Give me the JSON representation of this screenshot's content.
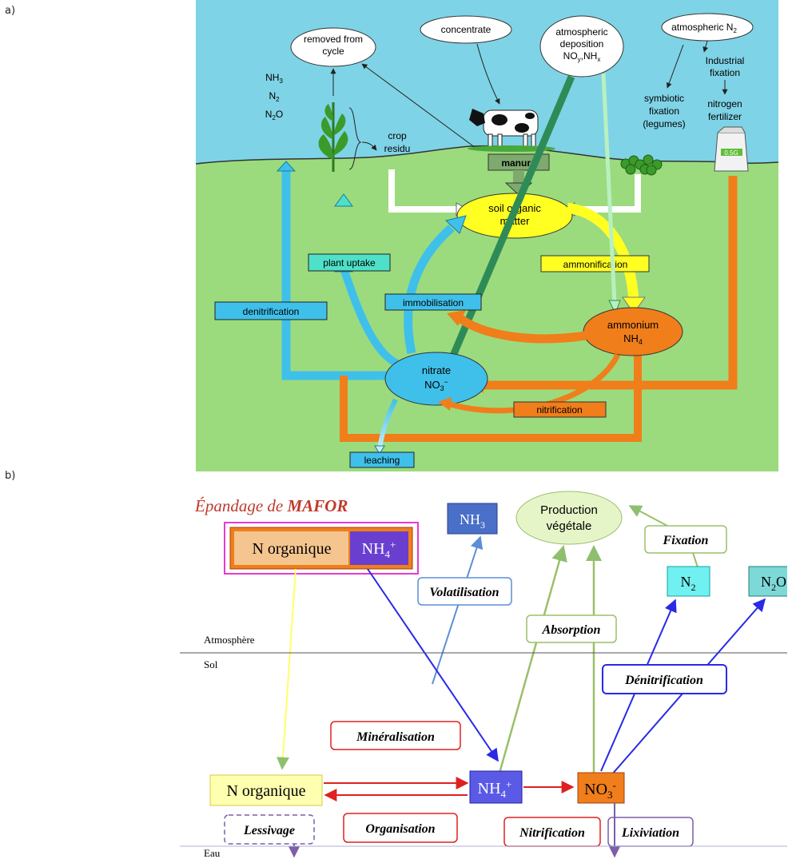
{
  "panel_a": {
    "label": "a)",
    "removed": [
      "removed from",
      "cycle"
    ],
    "concentrate": "concentrate",
    "atm_dep": [
      "atmospheric",
      "deposition",
      "NO",
      "y",
      ",NH",
      "x"
    ],
    "atm_n2": [
      "atmospheric N",
      "2"
    ],
    "industrial": [
      "Industrial",
      "fixation"
    ],
    "nfert": [
      "nitrogen",
      "fertilizer"
    ],
    "symbiotic": [
      "symbiotic",
      "fixation",
      "(legumes)"
    ],
    "gases": [
      "NH",
      "3",
      "N",
      "2",
      "N",
      "2",
      "O"
    ],
    "crop": [
      "crop",
      "residu"
    ],
    "manure": "manure",
    "som": [
      "soil organic",
      "matter"
    ],
    "ammonification": "ammonification",
    "plant_uptake": "plant uptake",
    "immobilisation": "immobilisation",
    "denitrification": "denitrification",
    "ammonium": [
      "ammonium",
      "NH",
      "4"
    ],
    "nitrate": [
      "nitrate",
      "NO",
      "3",
      "−"
    ],
    "nitrification": "nitrification",
    "leaching": "leaching",
    "bag_text": "0.5G"
  },
  "panel_b": {
    "label": "b)",
    "title_prefix": "Épandage de ",
    "title_bold": "MAFOR",
    "n_org_top": "N organique",
    "nh4": [
      "NH",
      "4",
      "+"
    ],
    "nh3": [
      "NH",
      "3"
    ],
    "production": [
      "Production",
      "végétale"
    ],
    "fixation": "Fixation",
    "n2": [
      "N",
      "2"
    ],
    "n2o": [
      "N",
      "2",
      "O"
    ],
    "volatilisation": "Volatilisation",
    "absorption": "Absorption",
    "atmosphere": "Atmosphère",
    "sol": "Sol",
    "denitrification": "Dénitrification",
    "mineralisation": "Minéralisation",
    "n_org_bottom": "N organique",
    "nh4_b": [
      "NH",
      "4",
      "+"
    ],
    "no3": [
      "NO",
      "3",
      "-"
    ],
    "organisation": "Organisation",
    "lessivage": "Lessivage",
    "nitrification": "Nitrification",
    "lixiviation": "Lixiviation",
    "eau": "Eau"
  },
  "colors": {
    "sky": "#7fd3e6",
    "ground": "#9bdb7e",
    "nitrate": "#3fc0ea",
    "ammonium": "#f07e1b",
    "som": "#ffff22",
    "mafor_title": "#c0392b",
    "blue_arrow": "#2929e6",
    "red_arrow": "#e02020"
  }
}
